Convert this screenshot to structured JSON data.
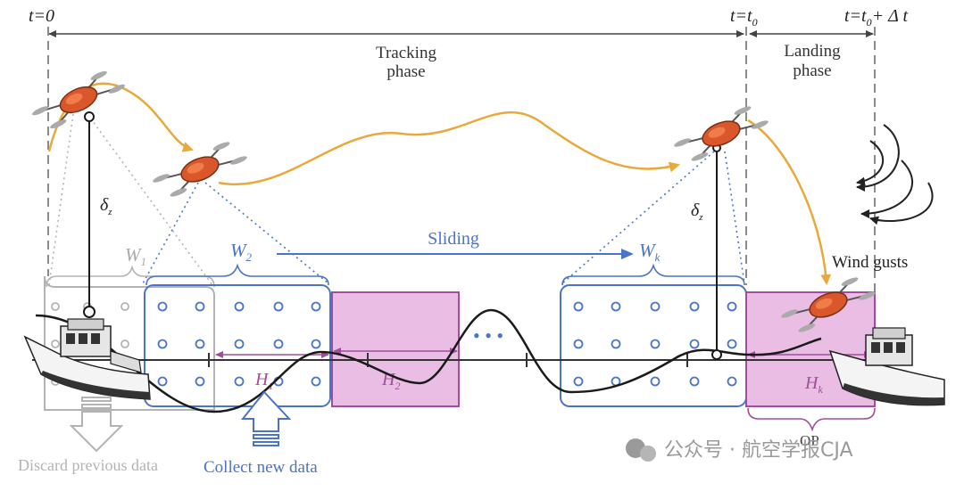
{
  "times": {
    "t_start": "t=0",
    "t_switch": "t=t",
    "t_switch_sub": "0",
    "t_end_pre": "t=t",
    "t_end_sub": "0",
    "t_end_post": "+ Δ t"
  },
  "phases": {
    "tracking_line1": "Tracking",
    "tracking_line2": "phase",
    "landing_line1": "Landing",
    "landing_line2": "phase"
  },
  "windows": {
    "w1": "W",
    "w1_sub": "1",
    "w2": "W",
    "w2_sub": "2",
    "wk": "W",
    "wk_sub": "k",
    "sliding": "Sliding"
  },
  "horizons": {
    "h1": "H",
    "h1_sub": "1",
    "h2": "H",
    "h2_sub": "2",
    "hk": "H",
    "hk_sub": "k",
    "op": "OP"
  },
  "deltas": {
    "left": "δ",
    "left_sub": "z",
    "right": "δ",
    "right_sub": "z"
  },
  "annotations": {
    "wind": "Wind gusts",
    "discard": "Discard previous data",
    "collect": "Collect new data",
    "ellipsis": "• • •"
  },
  "watermark": "公众号 · 航空学报CJA",
  "colors": {
    "gray": "#b3b3b3",
    "blue": "#4a74c9",
    "magenta": "#a14d9c",
    "pink_fill": "#e9bde4",
    "orange": "#e8a93a",
    "drone": "#d9572b"
  }
}
